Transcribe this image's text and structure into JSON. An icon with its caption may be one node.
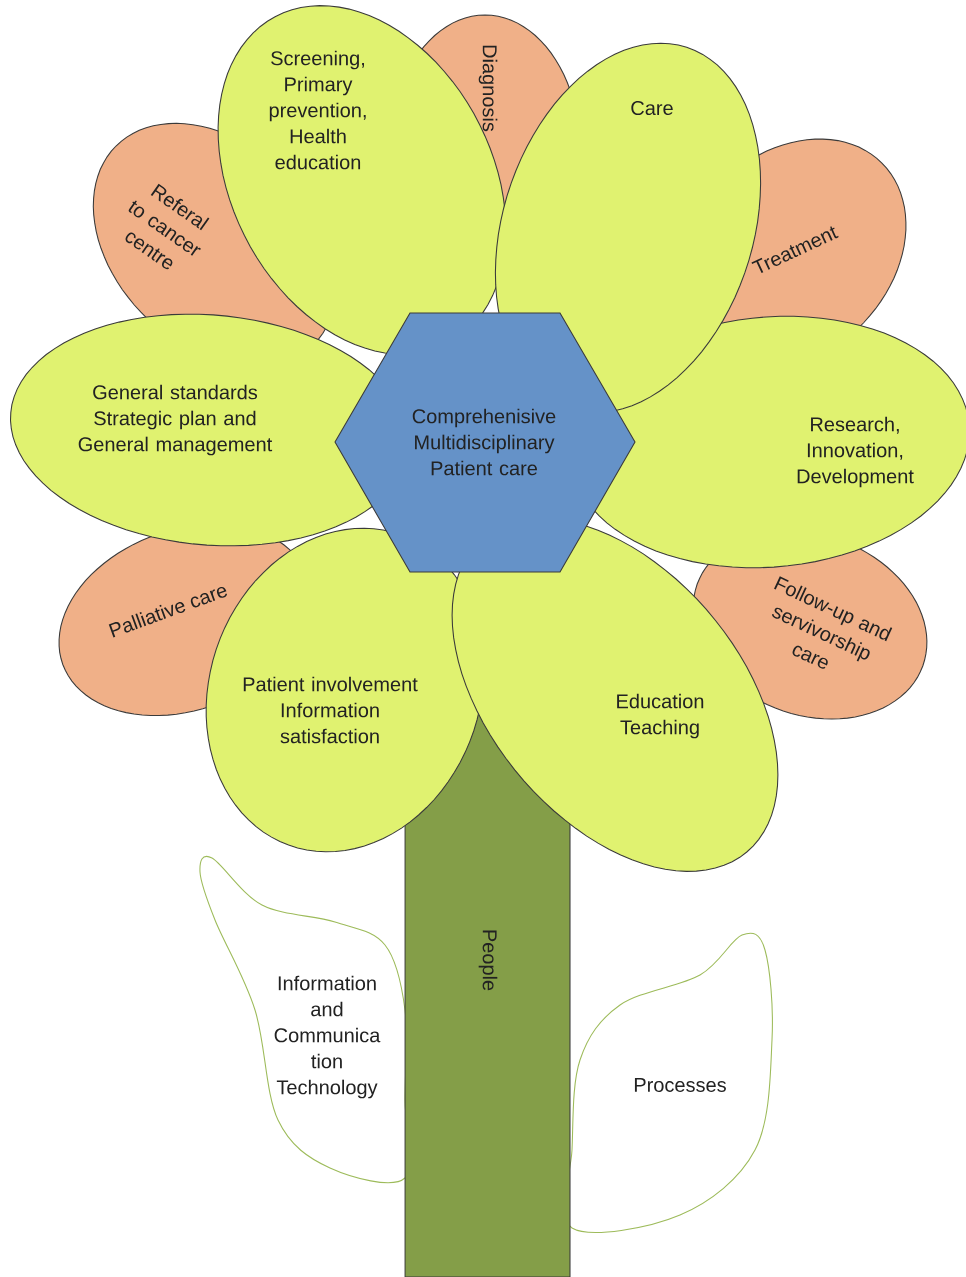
{
  "diagram": {
    "nodes": [
      {
        "text": [
          "Diagnosis"
        ]
      },
      {
        "text": [
          "Screening, Primary prevention, Health education"
        ]
      },
      {
        "text": [
          "Care"
        ]
      },
      {
        "text": [
          "Referal to cancer centre"
        ]
      },
      {
        "text": [
          "Treatment"
        ]
      },
      {
        "text": [
          "General standards Strategic plan and General management"
        ]
      },
      {
        "text": [
          "Comprehenisive Multidisciplinary Patient care"
        ]
      },
      {
        "text": [
          "Research, Innovation, Development"
        ]
      },
      {
        "text": [
          "Palliative care"
        ]
      },
      {
        "text": [
          "Follow-up and servivorship care"
        ]
      },
      {
        "text": [
          "Patient involvement Information satisfaction"
        ]
      },
      {
        "text": [
          "Education Teaching"
        ]
      },
      {
        "text": [
          "People"
        ]
      },
      {
        "text": [
          "Information and Communica tion Technology"
        ]
      },
      {
        "text": [
          "Processes"
        ]
      }
    ]
  }
}
